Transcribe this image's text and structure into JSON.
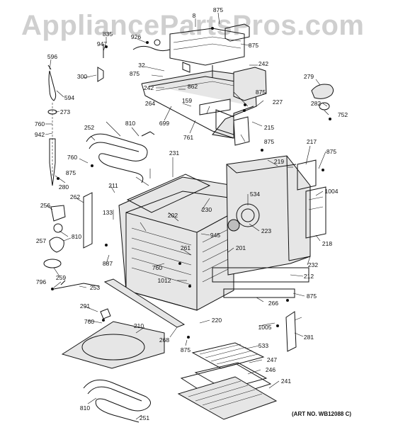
{
  "watermark": "AppliancePartsPros.com",
  "art_number": "(ART NO. WB12088 C)",
  "callouts": {
    "c8": "8",
    "c875_top": "875",
    "c926": "926",
    "c835": "835",
    "c947": "947",
    "c596": "596",
    "c300": "300",
    "c594": "594",
    "c273": "273",
    "c760_a": "760",
    "c942": "942",
    "c875_b": "875",
    "c32": "32",
    "c242_a": "242",
    "c875_c": "875",
    "c862": "862",
    "c242_b": "242",
    "c264": "264",
    "c159": "159",
    "c699": "699",
    "c761": "761",
    "c875_d": "875",
    "c227": "227",
    "c279": "279",
    "c282": "282",
    "c752": "752",
    "c252": "252",
    "c810_a": "810",
    "c215": "215",
    "c875_e": "875",
    "c760_b": "760",
    "c231": "231",
    "c217": "217",
    "c875_f": "875",
    "c219": "219",
    "c875_g": "875",
    "c280": "280",
    "c211": "211",
    "c1004": "1004",
    "c262": "262",
    "c534": "534",
    "c256": "256",
    "c230": "230",
    "c133": "133",
    "c202": "202",
    "c223": "223",
    "c810_b": "810",
    "c945": "945",
    "c218": "218",
    "c257": "257",
    "c261": "261",
    "c201": "201",
    "c887": "887",
    "c232": "232",
    "c760_c": "760",
    "c259": "259",
    "c212": "212",
    "c1012": "1012",
    "c796": "796",
    "c253": "253",
    "c266": "266",
    "c875_h": "875",
    "c291": "291",
    "c220": "220",
    "c760_d": "760",
    "c210": "210",
    "c1005": "1005",
    "c268": "268",
    "c281": "281",
    "c875_i": "875",
    "c533": "533",
    "c247": "247",
    "c246": "246",
    "c241": "241",
    "c810_c": "810",
    "c251": "251"
  }
}
